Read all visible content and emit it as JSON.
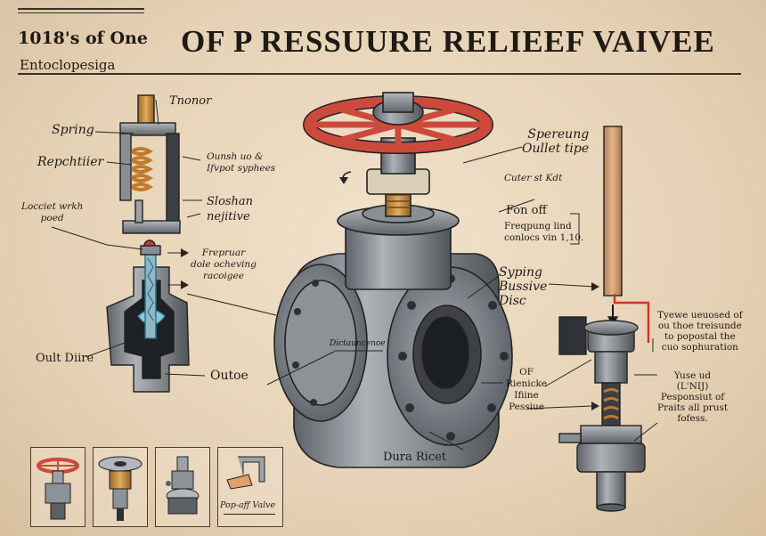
{
  "header": {
    "kicker": "1018's of One",
    "subtitle": "Entoclopesiga",
    "title": "OF P RESSUURE RELIEEF VAIVEE"
  },
  "labels": {
    "tnonor": "Tnonor",
    "spring": "Spring",
    "repchtiier": "Repchtiier",
    "locciet_1": "Locciet wrkh",
    "locciet_2": "poed",
    "ounsh_1": "Ounsh uo &",
    "ounsh_2": "Ifvpot syphees",
    "sloshan_1": "Sloshan",
    "sloshan_2": "nejitive",
    "frepruar_1": "Frepruar",
    "frepruar_2": "dole ocheving",
    "frepruar_3": "racoigee",
    "oult_diire": "Oult Diire",
    "outoe": "Outoe",
    "distance": "Dictauncenoe",
    "dura_ricet": "Dura Ricet",
    "spereung_1": "Spereung",
    "spereung_2": "Oullet tipe",
    "cuter": "Cuter st Kdt",
    "fon_off": "Fon off",
    "freqpung_1": "Freqpung lind",
    "freqpung_2": "conlocs vin 1,10.",
    "syping_1": "Syping",
    "syping_2": "Bussive",
    "syping_3": "Disc",
    "of_r_1": "OF",
    "of_r_2": "Rienicke",
    "of_r_3": "Ifiine",
    "of_r_4": "Pessiue",
    "tyewe_1": "Tyewe ueuosed of",
    "tyewe_2": "ou thoe treisunde",
    "tyewe_3": "to popostal the",
    "tyewe_4": "cuo sophuration",
    "yuse_1": "Yuse ud",
    "yuse_2": "(L'NIJ)",
    "yuse_3": "Pesponsiut of",
    "yuse_4": "Praits all prust",
    "yuse_5": "fofess.",
    "pop_off": "Pop-aff Valve"
  },
  "colors": {
    "paper": "#e8d6be",
    "ink": "#1f1a14",
    "steel": "#8d9196",
    "steel_dark": "#5b6066",
    "handwheel": "#cc4a3c",
    "brass": "#c98a3a",
    "accent_red": "#d0352b"
  },
  "icons": [
    "handwheel-icon",
    "flange-icon",
    "valve-stem-icon",
    "lever-icon"
  ]
}
